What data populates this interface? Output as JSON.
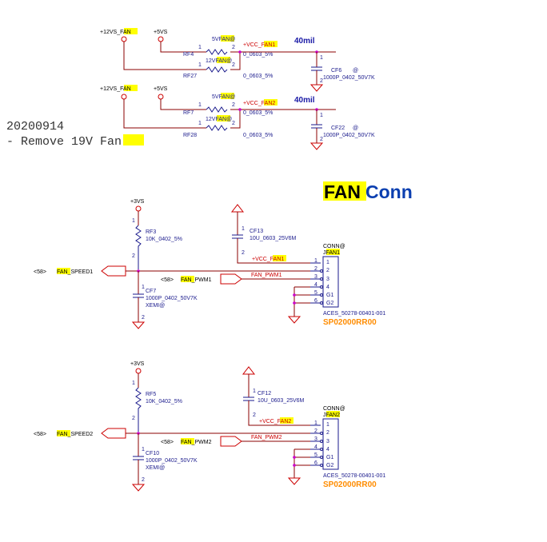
{
  "notes": {
    "date": "20200914",
    "remove_line": "- Remove 19V ",
    "remove_hl": "Fan"
  },
  "title": {
    "word1": "FAN",
    "word2": "Conn"
  },
  "colors": {
    "wire": "#8b0000",
    "net": "#cc0000",
    "component": "#1a1a8c",
    "junction": "#cc00cc",
    "highlight": "#ffff00",
    "part_number": "#ff8c00"
  },
  "top": {
    "fan1": {
      "pwr12_a": "+12VS_",
      "pwr12_b": "FAN",
      "pwr5": "+5VS",
      "r1_opt_a": "5V",
      "r1_opt_b": "FAN",
      "r1_opt_c": "@",
      "r1_ref": "RF4",
      "r1_val": "0_0603_5%",
      "r2_opt_a": "12V",
      "r2_opt_b": "FAN",
      "r2_opt_c": "@",
      "r2_ref": "RF27",
      "r2_val": "0_0603_5%",
      "net_a": "+VCC_",
      "net_b": "FAN",
      "net_c": "1",
      "width": "40mil",
      "cap_ref": "CF6",
      "cap_opt": "@",
      "cap_val": "1000P_0402_50V7K"
    },
    "fan2": {
      "pwr12_a": "+12VS_",
      "pwr12_b": "FAN",
      "pwr5": "+5VS",
      "r1_opt_a": "5V",
      "r1_opt_b": "FAN",
      "r1_opt_c": "@",
      "r1_ref": "RF7",
      "r1_val": "0_0603_5%",
      "r2_opt_a": "12V",
      "r2_opt_b": "FAN",
      "r2_opt_c": "@",
      "r2_ref": "RF28",
      "r2_val": "0_0603_5%",
      "net_a": "+VCC_",
      "net_b": "FAN",
      "net_c": "2",
      "width": "40mil",
      "cap_ref": "CF22",
      "cap_opt": "@",
      "cap_val": "1000P_0402_50V7K"
    }
  },
  "conn1": {
    "pwr": "+3VS",
    "res_ref": "RF3",
    "res_val": "10K_0402_5%",
    "speed_page": "<58>",
    "speed_a": "FAN",
    "speed_b": "_SPEED1",
    "pwm_page": "<58>",
    "pwm_a": "FAN",
    "pwm_b": "_PWM1",
    "pwm_net_a": "FAN",
    "pwm_net_b": "_PWM1",
    "bulk_ref": "CF13",
    "bulk_val": "10U_0603_25V6M",
    "net_a": "+VCC_",
    "net_b": "FAN",
    "net_c": "1",
    "cap_ref": "CF7",
    "cap_val": "1000P_0402_50V7K",
    "cap_opt": "XEMI@",
    "conn_opt": "CONN@",
    "conn_ref_a": "J",
    "conn_ref_b": "FAN",
    "conn_ref_c": "1",
    "pins": [
      "1",
      "2",
      "3",
      "4",
      "5",
      "6"
    ],
    "pins_g": [
      "G1",
      "G2"
    ],
    "conn_part": "ACES_50278-00401-001",
    "conn_pn": "SP02000RR00"
  },
  "conn2": {
    "pwr": "+3VS",
    "res_ref": "RF5",
    "res_val": "10K_0402_5%",
    "speed_page": "<58>",
    "speed_a": "FAN",
    "speed_b": "_SPEED2",
    "pwm_page": "<58>",
    "pwm_a": "FAN",
    "pwm_b": "_PWM2",
    "pwm_net_a": "FAN",
    "pwm_net_b": "_PWM2",
    "bulk_ref": "CF12",
    "bulk_val": "10U_0603_25V6M",
    "net_a": "+VCC_",
    "net_b": "FAN",
    "net_c": "2",
    "cap_ref": "CF10",
    "cap_val": "1000P_0402_50V7K",
    "cap_opt": "XEMI@",
    "conn_opt": "CONN@",
    "conn_ref_a": "J",
    "conn_ref_b": "FAN",
    "conn_ref_c": "2",
    "pins": [
      "1",
      "2",
      "3",
      "4",
      "5",
      "6"
    ],
    "pins_g": [
      "G1",
      "G2"
    ],
    "conn_part": "ACES_50278-00401-001",
    "conn_pn": "SP02000RR00"
  }
}
